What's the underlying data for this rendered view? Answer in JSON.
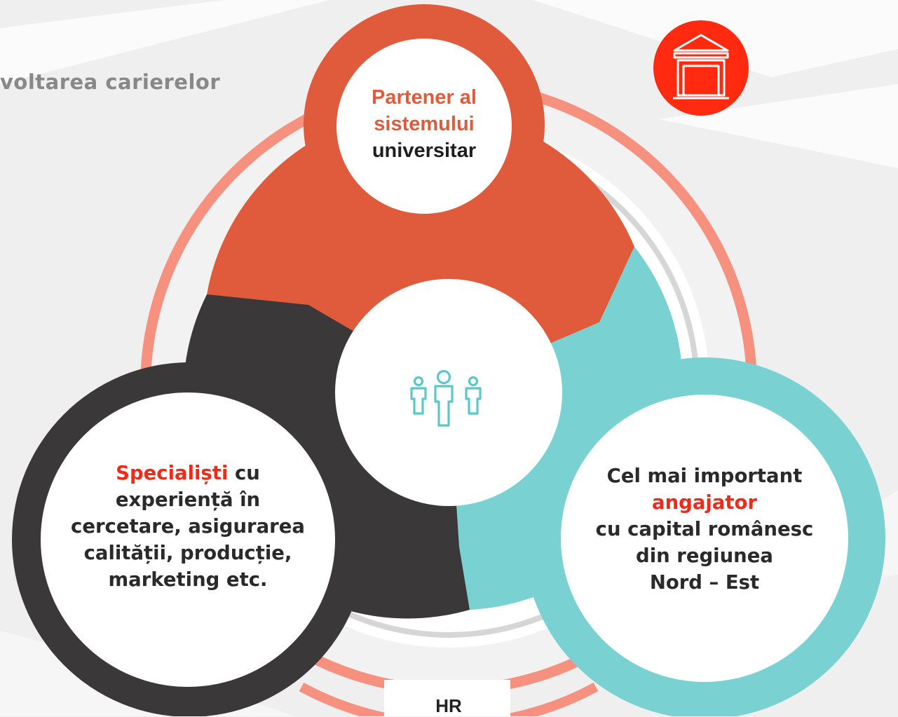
{
  "heading": "voltarea carierelor",
  "top_node": {
    "line1": "Partener al",
    "line2": "sistemului",
    "line3": "universitar"
  },
  "left_node": {
    "highlight": "Specialiști",
    "rest_first_line": " cu",
    "line2": "experiență în",
    "line3": "cercetare, asigurarea",
    "line4": "calității, producție,",
    "line5": "marketing etc."
  },
  "right_node": {
    "line1": "Cel mai important",
    "highlight": "angajator",
    "line3": "cu capital românesc",
    "line4": "din regiunea",
    "line5": "Nord – Est"
  },
  "bottom_label": "HR",
  "center_icon": "people-group-icon",
  "corner_icon": "building-icon",
  "colors": {
    "orange": "#e05a3c",
    "teal": "#79d1d1",
    "dark": "#3a3839",
    "salmon": "#f6917f",
    "red_badge": "#ff2a0f"
  }
}
